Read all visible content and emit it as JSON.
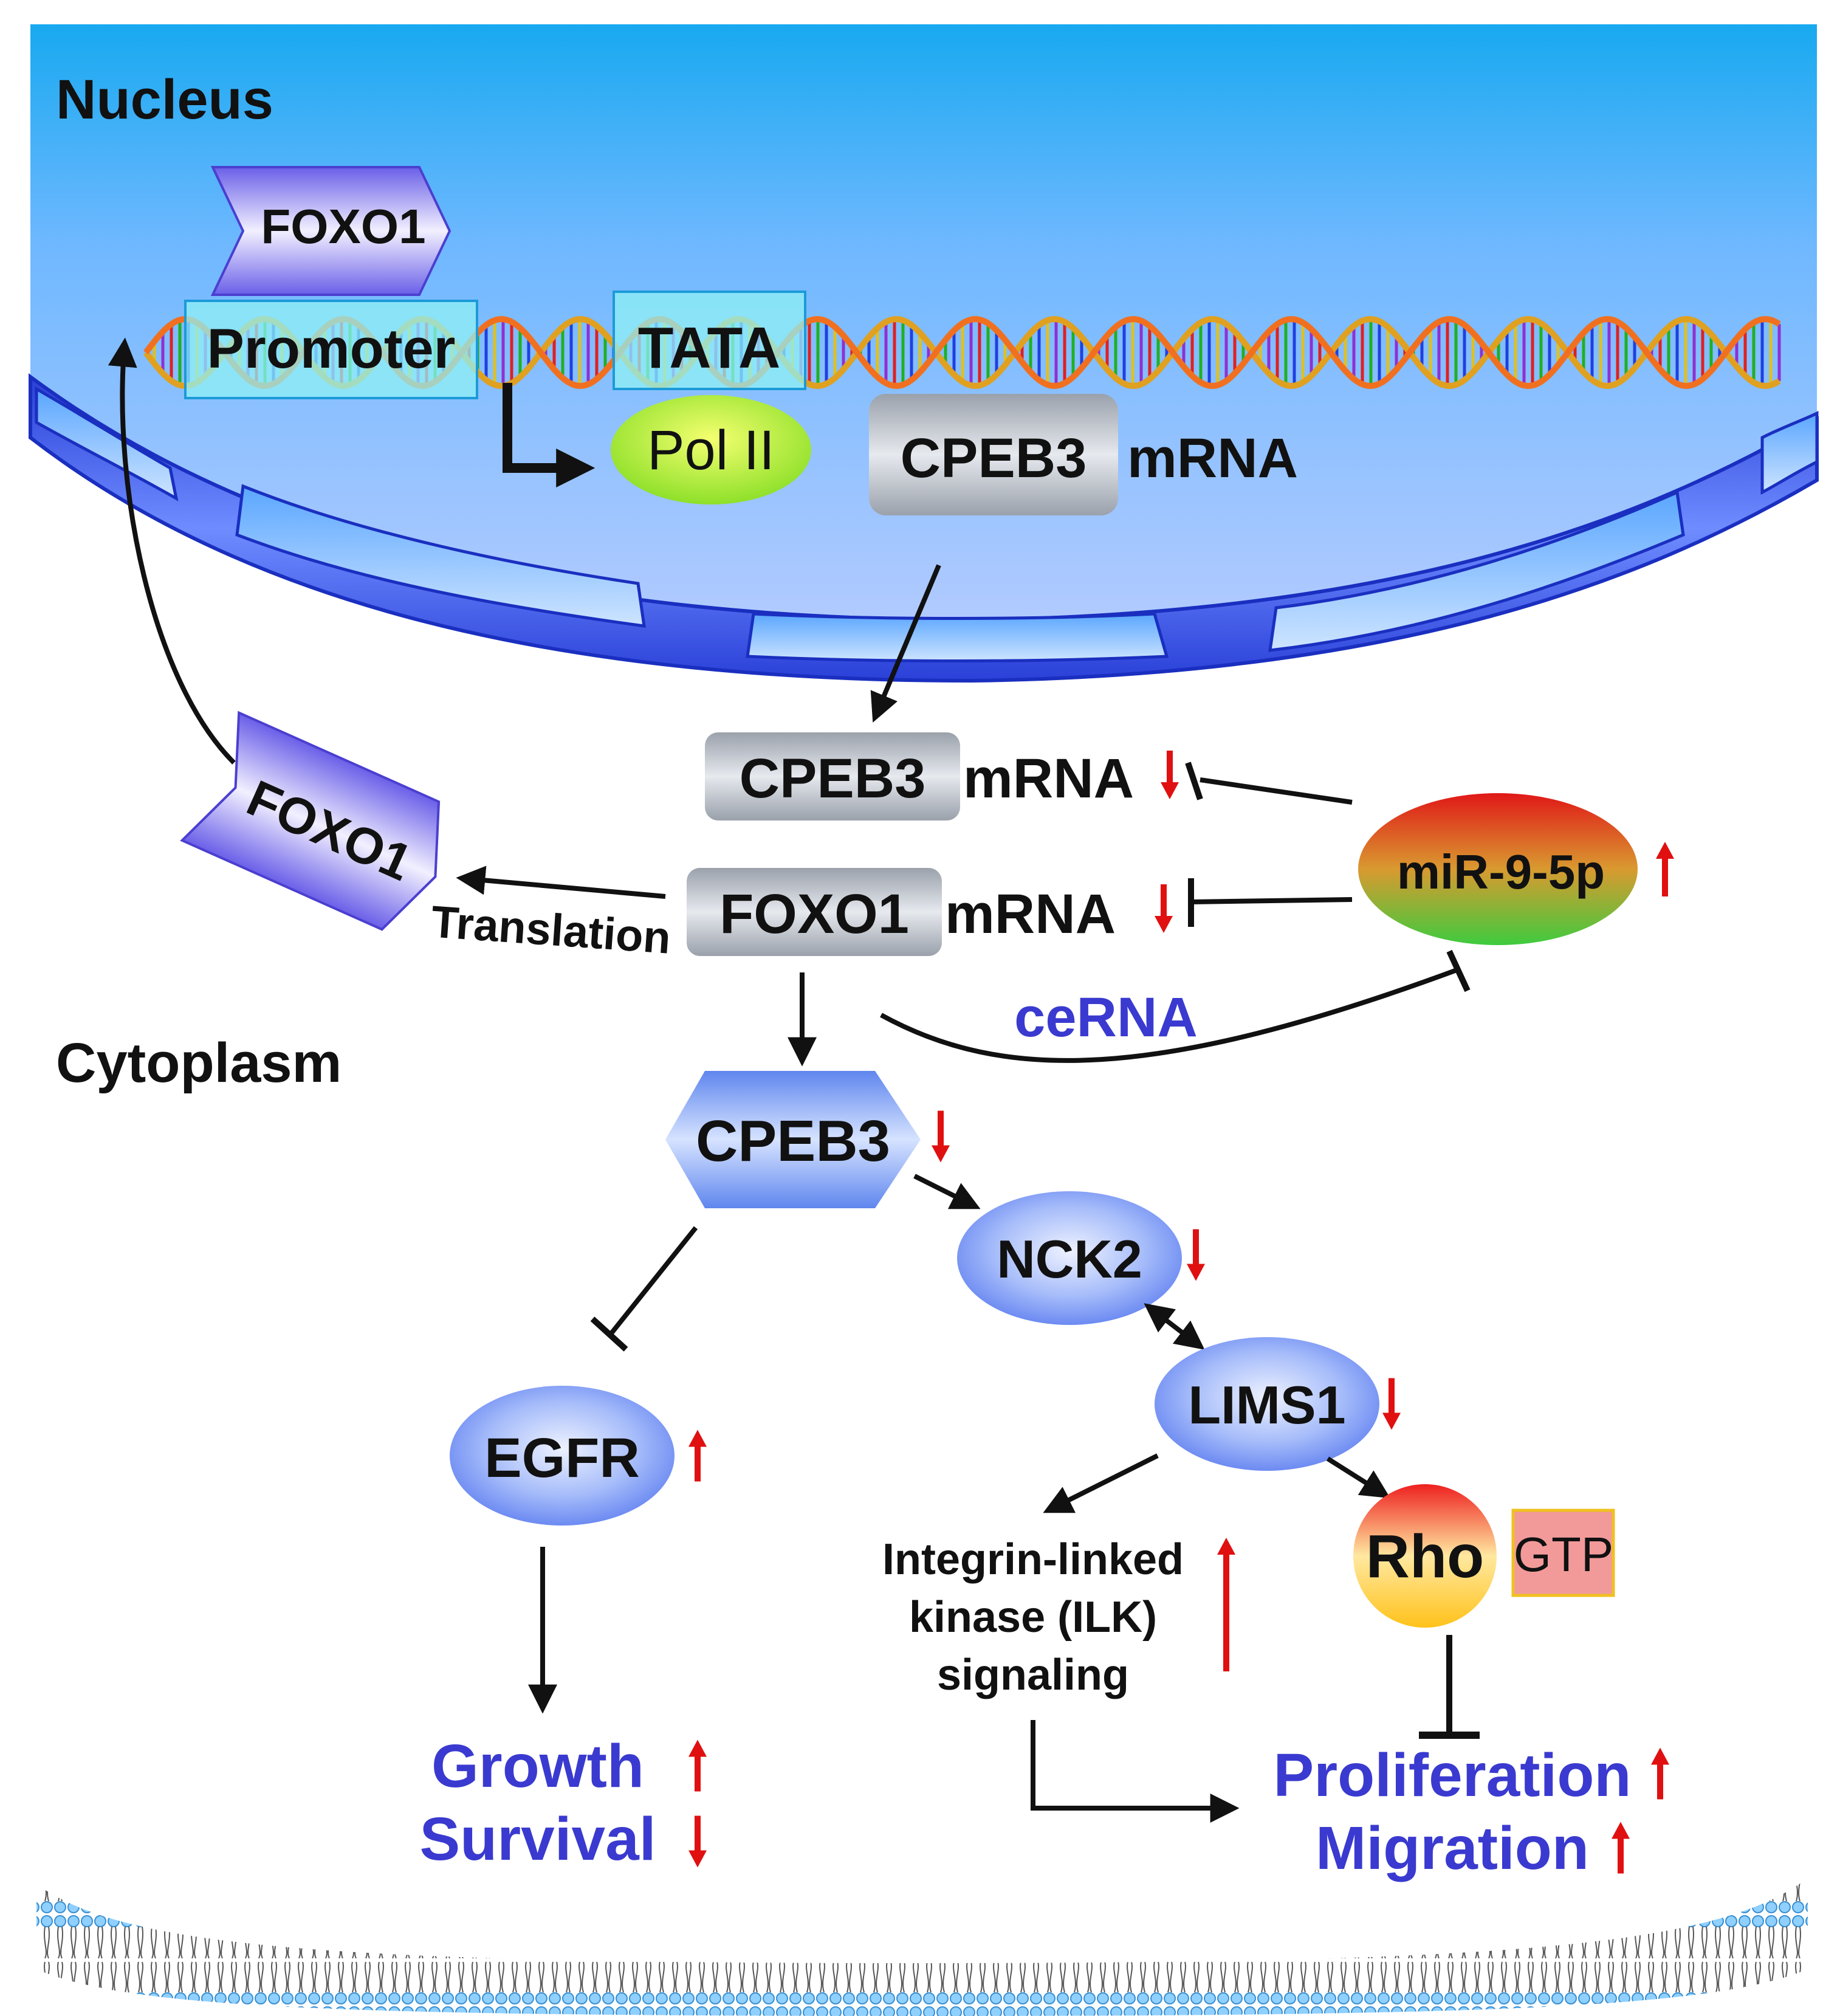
{
  "compartments": {
    "nucleus_label": "Nucleus",
    "cytoplasm_label": "Cytoplasm"
  },
  "dna": {
    "foxo1_tf_label": "FOXO1",
    "promoter_label": "Promoter",
    "tata_label": "TATA",
    "pol2_label": "Pol II"
  },
  "nodes": {
    "cpeb3_mrna_nuclear": {
      "box": "CPEB3",
      "suffix": "mRNA"
    },
    "cpeb3_mrna_cyto": {
      "box": "CPEB3",
      "suffix": "mRNA"
    },
    "foxo1_mrna": {
      "box": "FOXO1",
      "suffix": "mRNA"
    },
    "mir": "miR-9-5p",
    "foxo1_protein": "FOXO1",
    "translation": "Translation",
    "cerna": "ceRNA",
    "cpeb3_protein": "CPEB3",
    "nck2": "NCK2",
    "lims1": "LIMS1",
    "egfr": "EGFR",
    "ilk": [
      "Integrin-linked",
      "kinase (ILK)",
      "signaling"
    ],
    "rho": "Rho",
    "gtp": "GTP"
  },
  "outcomes": {
    "growth": "Growth",
    "survival": "Survival",
    "proliferation": "Proliferation",
    "migration": "Migration"
  },
  "colors": {
    "nucleus_top": "#2aa8ee",
    "nucleus_bottom": "#a9c4ff",
    "envelope": "#3a56e0",
    "outcome_text": "#3a3ad0",
    "change_arrow": "#e01010",
    "box_teal": "#8ff0f4",
    "box_grey": "#b5bcc6",
    "protein_blue": "#7f9cf5"
  }
}
